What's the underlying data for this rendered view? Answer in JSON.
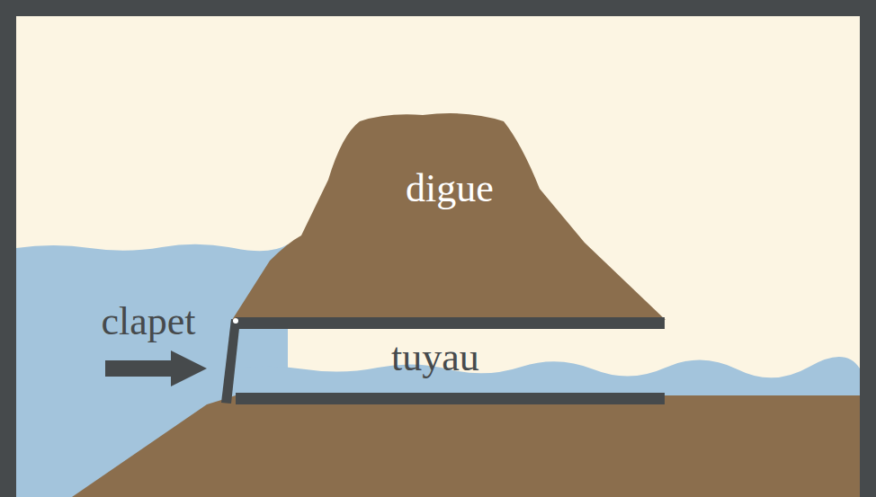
{
  "diagram": {
    "labels": [
      "digue",
      "clapet",
      "tuyau"
    ]
  }
}
